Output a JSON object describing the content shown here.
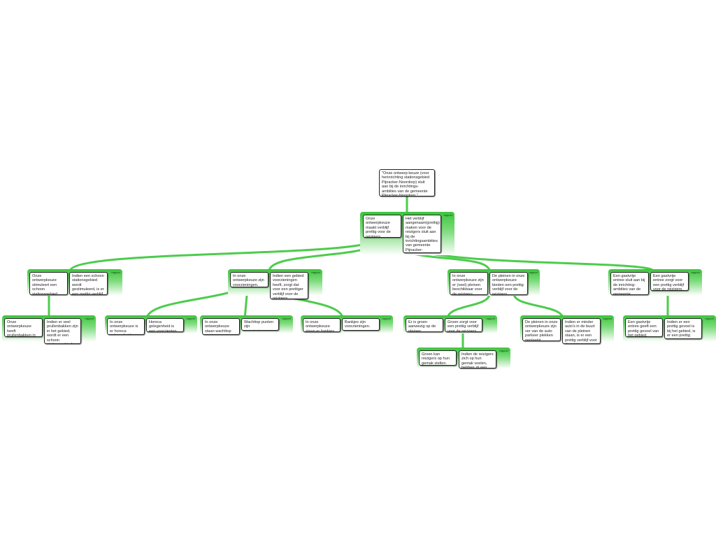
{
  "tag_label": "rapport",
  "root": {
    "text": "\"Onze ontwerp keuze (voor herinrichting stationsgebied Pijnacker-Noordorp) sluit aan bij de inrichtings-ambities van de gemeente Pijnacker-Noordorp.\""
  },
  "level1": {
    "reason": "Onze ontwerpkeuze maakt verblijf prettig voor de reizigers.",
    "premise": "Het verblijf aangenaam(prettig) maken voor de reizigers sluit aan bij de inrichtingsambities van gemeente Pijnacker-Noordorp."
  },
  "level2": [
    {
      "reason": "Onze ontwerpkeuze stimuleert een schoon stationsgebied.",
      "premise": "Indien een schoon stationsgebied wordt gestimuleerd, is er een prettig verblijf."
    },
    {
      "reason": "In onze ontwerpkeuze zijn voorzieningen.",
      "premise": "Indien een gebied voorzieningen heeft, zorgt dat voor een prettiger verblijf voor de reizigers."
    },
    {
      "reason": "In onze ontwerpkeuze zijn er (veel) pleinen beschikbaar voor de reizigers.",
      "premise": "De pleinen in onze ontwerpkeuze bieden een prettig verblijf voor de reizigers."
    },
    {
      "reason": "Een gastvrije entree sluit aan bij de inrichting-ambities van de gemeente Pijnacker-Noordorp.",
      "premise": "Een gastvrije entree zorgt voor een prettig verblijf voor de reizigers."
    }
  ],
  "level3": [
    {
      "reason": "Onze ontwerpkeuze heeft prullenbakken in het gebied.",
      "premise": "Indien er veel prullenbakken zijn in het gebied, wordt er een schoon stationsgebied gestimuleerd."
    },
    {
      "reason": "In onze ontwerpkeuze is er horeca gelegenheid.",
      "premise": "Horeca gelegenheid is een voorziening."
    },
    {
      "reason": "In onze ontwerpkeuze staan wachttop punten.",
      "premise": "Wachttop punten zijn voorzieningen."
    },
    {
      "reason": "In onze ontwerpkeuze staan er bankjes.",
      "premise": "Bankjes zijn voorzieningen."
    },
    {
      "reason": "Er is groen aanwezig op de pleinen.",
      "premise": "Groen zorgt voor een prettig verblijf voor de reizigers."
    },
    {
      "reason": "De pleinen in onze ontwerpkeuze zijn ver van de auto parkeer plekken geplaatst.",
      "premise": "Indien er minder auto's in de buurt van de pleinen staan, is er een prettig verblijf voor de reizigers."
    },
    {
      "reason": "Een gastvrije entree geeft een prettig gevoel van het gebied.",
      "premise": "Indien er een prettig gevoel is bij het gebied, is er een prettig verblijf voor de reizigers."
    }
  ],
  "level4": [
    {
      "reason": "Groen kan reizigers op hun gemak stellen.",
      "premise": "Indien de reizigers zich op hun gemak voelen, hebben zij een prettig verblijf."
    }
  ]
}
